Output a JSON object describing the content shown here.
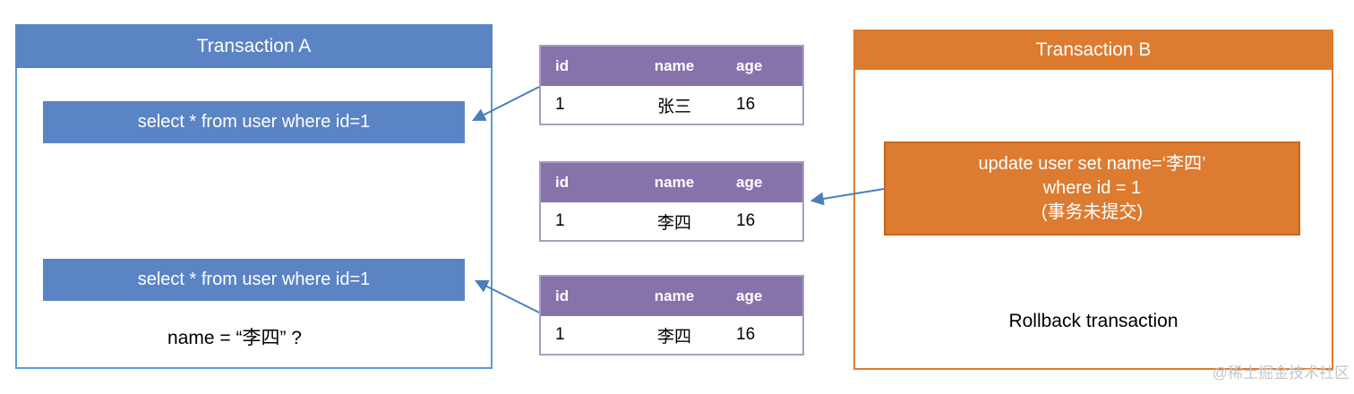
{
  "transaction_a": {
    "title": "Transaction A",
    "query_1": "select * from user where id=1",
    "query_2": "select * from user where id=1",
    "result_question": "name = “李四” ?"
  },
  "transaction_b": {
    "title": "Transaction B",
    "update_line_1": "update user set name=‘李四’",
    "update_line_2": "where id = 1",
    "update_line_3": "(事务未提交)",
    "rollback_label": "Rollback transaction"
  },
  "tables": [
    {
      "headers": [
        "id",
        "name",
        "age"
      ],
      "row": [
        "1",
        "张三",
        "16"
      ]
    },
    {
      "headers": [
        "id",
        "name",
        "age"
      ],
      "row": [
        "1",
        "李四",
        "16"
      ]
    },
    {
      "headers": [
        "id",
        "name",
        "age"
      ],
      "row": [
        "1",
        "李四",
        "16"
      ]
    }
  ],
  "watermark": "@稀土掘金技术社区",
  "colors": {
    "blue_fill": "#5b84c5",
    "blue_border": "#5b9bd5",
    "purple_header": "#8673ab",
    "purple_border": "#a99bc6",
    "orange_fill": "#dd7b30",
    "orange_border_dark": "#c8651f",
    "arrow": "#4a7ebd",
    "watermark_gray": "#c6c6c6"
  }
}
